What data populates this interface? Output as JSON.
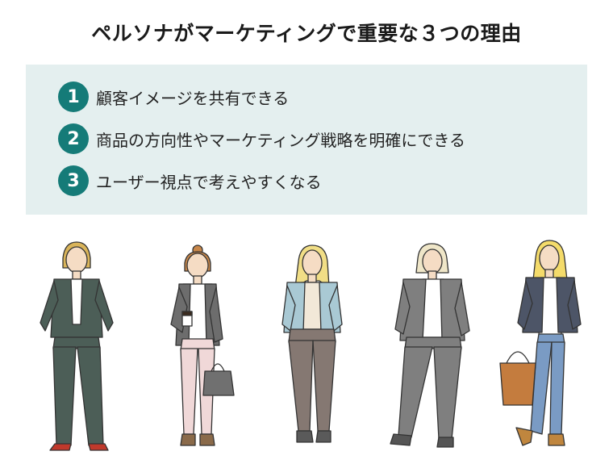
{
  "title": "ペルソナがマーケティングで重要な３つの理由",
  "reasons": [
    {
      "number": "1",
      "text": "顧客イメージを共有できる"
    },
    {
      "number": "2",
      "text": "商品の方向性やマーケティング戦略を明確にできる"
    },
    {
      "number": "3",
      "text": "ユーザー視点で考えやすくなる"
    }
  ],
  "colors": {
    "accent": "#157b78",
    "panel_background": "#e4efef"
  }
}
